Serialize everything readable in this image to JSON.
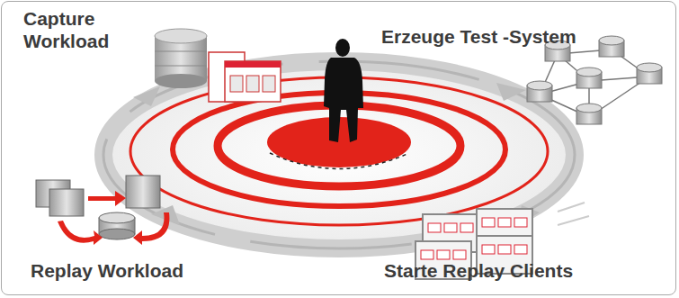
{
  "diagram": {
    "labels": [
      "Capture Workload",
      "Erzeuge Test -System",
      "Replay Workload",
      "Starte Replay Clients"
    ]
  }
}
